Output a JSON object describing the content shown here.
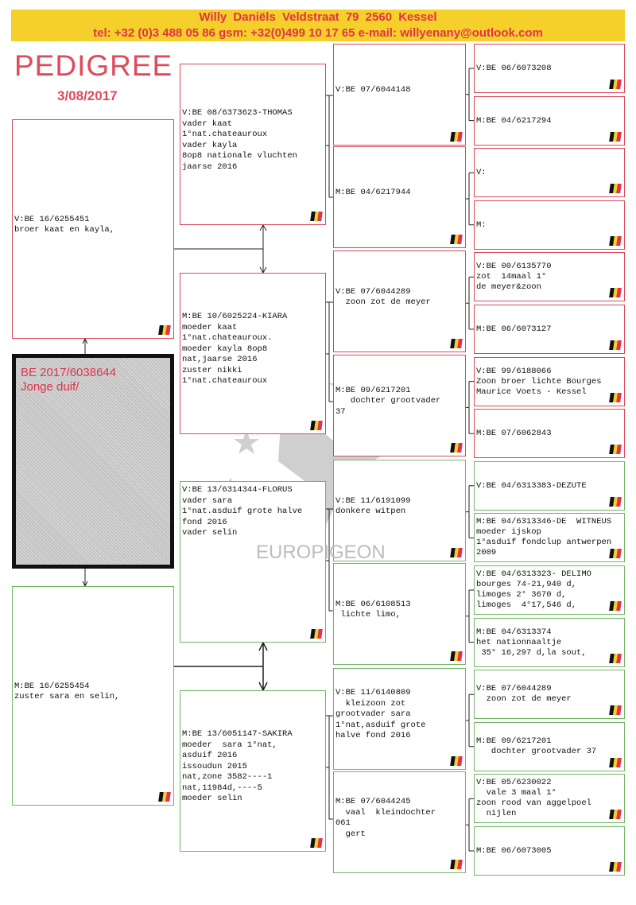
{
  "header": {
    "line1": "Willy Daniëls     Veldstraat  79      2560  Kessel",
    "line2": "tel: +32 (0)3 488 05 86  gsm: +32(0)499 10 17 65  e-mail: willyenany@outlook.com"
  },
  "title": "PEDIGREE",
  "date": "3/08/2017",
  "bird": {
    "ring": "BE 2017/6038644",
    "name": "Jonge duif/"
  },
  "watermark": "EUROPIGEON",
  "colors": {
    "sire_border": "#d9485a",
    "dam_border": "#74b46a",
    "header_bg": "#f5cf2a",
    "header_text": "#e2334b"
  },
  "parents": [
    {
      "text": "V:BE 16/6255451\nbroer kaat en kayla,"
    },
    {
      "text": "M:BE 16/6255454\nzuster sara en selin,"
    }
  ],
  "grandparents": [
    {
      "text": "V:BE 08/6373623-THOMAS\nvader kaat\n1°nat.chateauroux\nvader kayla\n8op8 nationale vluchten\njaarse 2016"
    },
    {
      "text": "M:BE 10/6025224-KIARA\nmoeder kaat\n1°nat.chateauroux.\nmoeder kayla 8op8\nnat,jaarse 2016\nzuster nikki\n1°nat.chateauroux"
    },
    {
      "text": "V:BE 13/6314344-FLORUS\nvader sara\n1°nat.asduif grote halve\nfond 2016\nvader selin"
    },
    {
      "text": "M:BE 13/6051147-SAKIRA\nmoeder  sara 1°nat,\nasduif 2016\nissoudun 2015\nnat,zone 3582----1\nnat,11984d,----5\nmoeder selin"
    }
  ],
  "great_grandparents": [
    {
      "text": "V:BE 07/6044148"
    },
    {
      "text": "M:BE 04/6217944"
    },
    {
      "text": "V:BE 07/6044289\n  zoon zot de meyer"
    },
    {
      "text": "M:BE 09/6217201\n   dochter grootvader\n37"
    },
    {
      "text": "V:BE 11/6191099\ndonkere witpen"
    },
    {
      "text": "M:BE 06/6108513\n lichte limo,"
    },
    {
      "text": "V:BE 11/6140809\n  kleizoon zot\ngrootvader sara\n1°nat,asduif grote\nhalve fond 2016"
    },
    {
      "text": "M:BE 07/6044245\n  vaal  kleindochter\n061\n  gert"
    }
  ],
  "great_great_grandparents": [
    {
      "text": "V:BE 06/6073208"
    },
    {
      "text": "M:BE 04/6217294"
    },
    {
      "text": "V:"
    },
    {
      "text": "M:"
    },
    {
      "text": "V:BE 00/6135770\nzot  14maal 1°\nde meyer&zoon"
    },
    {
      "text": "M:BE 06/6073127"
    },
    {
      "text": "V:BE 99/6188066\nZoon broer lichte Bourges\nMaurice Voets - Kessel"
    },
    {
      "text": "M:BE 07/6062843"
    },
    {
      "text": "V:BE 04/6313383-DEZUTE"
    },
    {
      "text": "M:BE 04/6313346-DE  WITNEUS\nmoeder ijskop\n1°asduif fondclup antwerpen\n2009"
    },
    {
      "text": "V:BE 04/6313323- DELIMO\nbourges 74-21,940 d,\nlimoges 2° 3670 d,\nlimoges  4°17,546 d,"
    },
    {
      "text": "M:BE 04/6313374\nhet nationnaaltje\n 35° 16,297 d,la sout,"
    },
    {
      "text": "V:BE 07/6044289\n  zoon zot de meyer"
    },
    {
      "text": "M:BE 09/6217201\n   dochter grootvader 37"
    },
    {
      "text": "V:BE 05/6230022\n  vale 3 maal 1°\nzoon rood van aggelpoel\n  nijlen"
    },
    {
      "text": "M:BE 06/6073005"
    }
  ]
}
